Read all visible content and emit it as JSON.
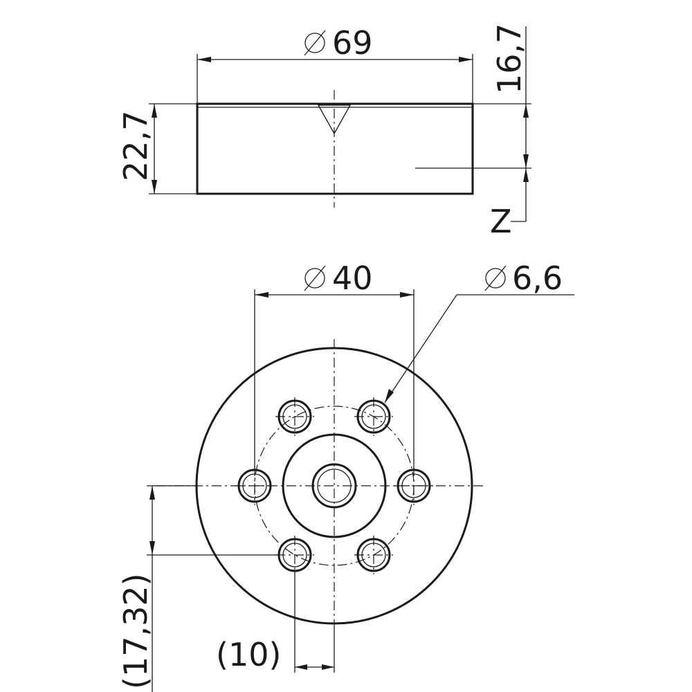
{
  "drawing": {
    "dimensions": {
      "outer_diameter": "69",
      "total_height": "22,7",
      "z_offset": "16,7",
      "z_label": "Z",
      "pitch_circle_diameter": "40",
      "hole_diameter": "6,6",
      "hole_offset_y": "(17,32)",
      "hole_offset_x": "(10)"
    },
    "symbols": {
      "diameter": "diameter-symbol"
    },
    "colors": {
      "line": "#1a1a1a",
      "background": "#ffffff"
    }
  }
}
